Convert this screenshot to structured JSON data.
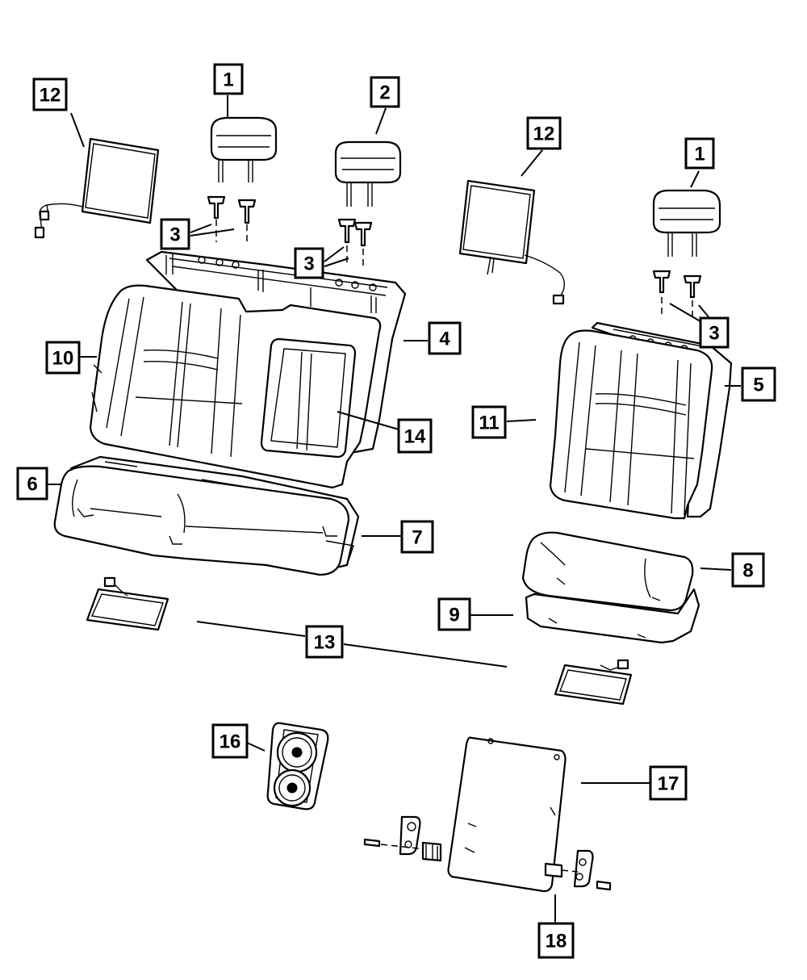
{
  "callouts": {
    "c1a": "1",
    "c2": "2",
    "c3a": "3",
    "c3b": "3",
    "c12a": "12",
    "c12b": "12",
    "c1b": "1",
    "c3c": "3",
    "c4": "4",
    "c5": "5",
    "c10": "10",
    "c11": "11",
    "c14": "14",
    "c6": "6",
    "c7": "7",
    "c8": "8",
    "c9": "9",
    "c13": "13",
    "c16": "16",
    "c17": "17",
    "c18": "18"
  },
  "parts": [
    "headrest",
    "headrest-left-60",
    "headrest-right-40",
    "headrest-guides",
    "armrest-seatback-60",
    "seatback-40",
    "seat-cushion-cover-60",
    "seat-cushion-frame-60",
    "seat-cushion-cover-40",
    "seat-cushion-frame-40",
    "seatback-cover-60",
    "seatback-cover-40",
    "heated-seat-element",
    "heated-seatback-element",
    "armrest-door",
    "cup-holder",
    "back-panel",
    "hinge"
  ],
  "colors": {
    "line": "#000000",
    "background": "#ffffff"
  }
}
